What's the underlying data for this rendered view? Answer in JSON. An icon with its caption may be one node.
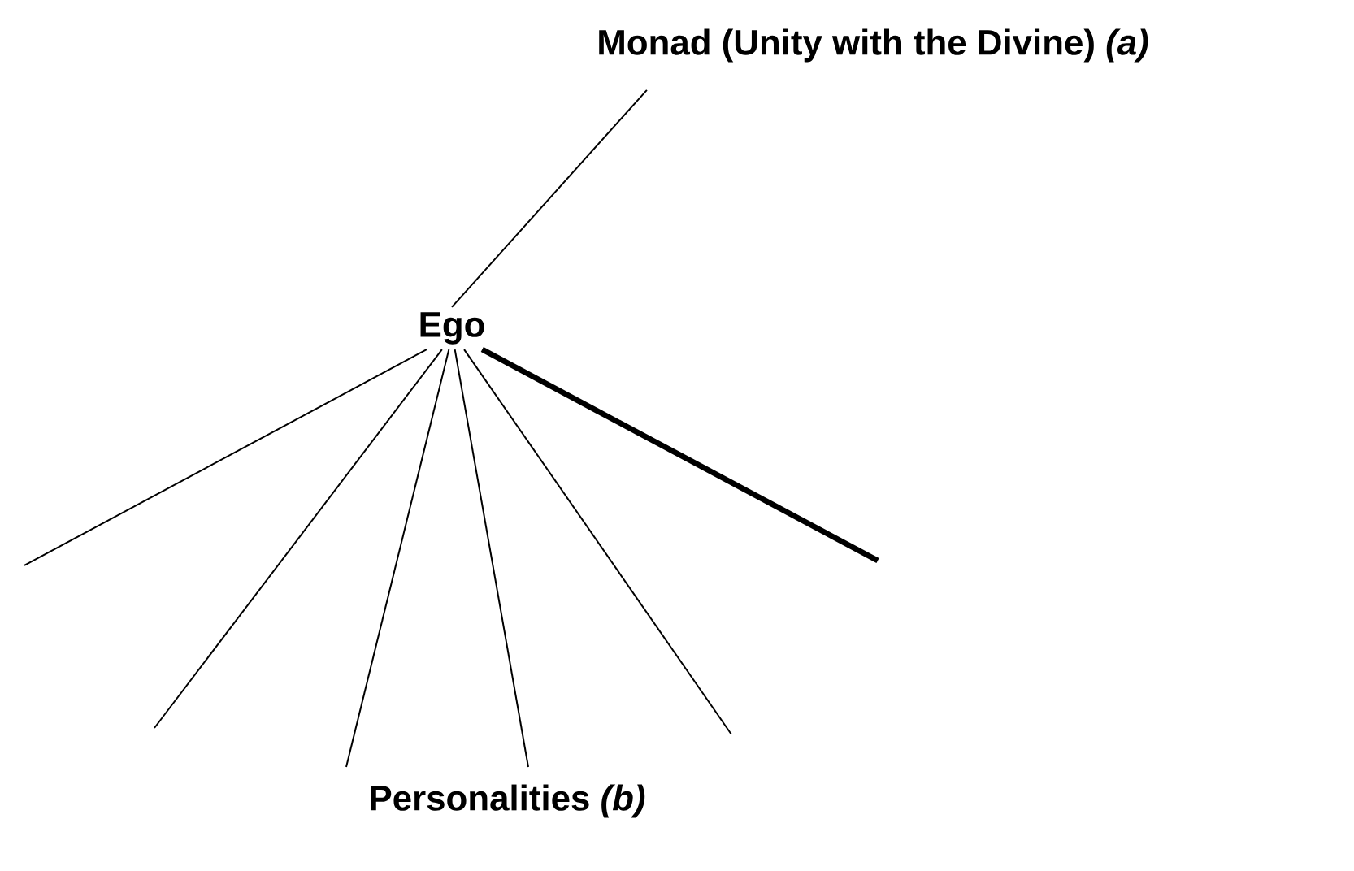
{
  "diagram": {
    "nodes": [
      {
        "text": [
          "Monad (Unity with the Divine)  *(a)*"
        ]
      },
      {
        "text": [
          "Ego"
        ]
      }
    ],
    "edges": [
      {
        "from": 0,
        "to": 1,
        "arrow": "none"
      },
      {
        "from": 1,
        "to": null,
        "arrow": "none"
      },
      {
        "from": 1,
        "to": null,
        "arrow": "none"
      },
      {
        "from": 1,
        "to": null,
        "arrow": "none"
      },
      {
        "from": 1,
        "to": null,
        "arrow": "none"
      },
      {
        "from": 1,
        "to": null,
        "arrow": "none"
      },
      {
        "from": 1,
        "to": null,
        "arrow": "none",
        "style": "thick"
      }
    ],
    "labels": [
      "Personalities  *(b)*"
    ]
  }
}
